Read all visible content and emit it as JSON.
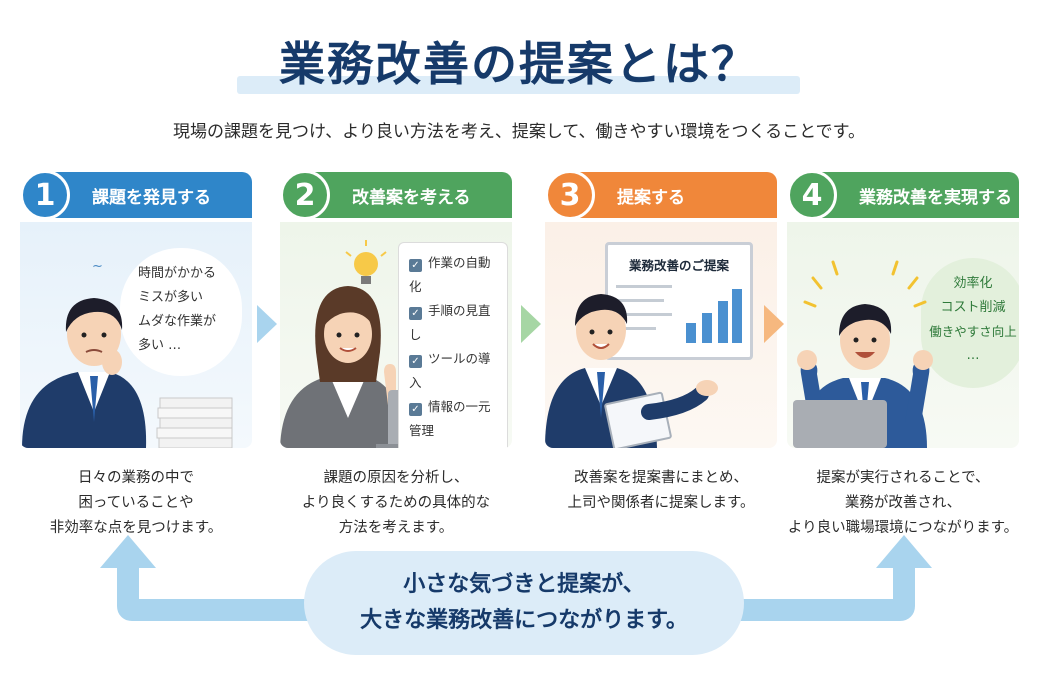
{
  "title": "業務改善の提案とは？",
  "subtitle": "現場の課題を見つけ、より良い方法を考え、提案して、働きやすい環境をつくることです。",
  "steps": [
    {
      "number": "1",
      "label": "課題を発見する",
      "bubble": [
        "時間がかかる",
        "ミスが多い",
        "ムダな作業が",
        "多い …"
      ],
      "desc": [
        "日々の業務の中で",
        "困っていることや",
        "非効率な点を見つけます。"
      ]
    },
    {
      "number": "2",
      "label": "改善案を考える",
      "checklist": [
        "作業の自動化",
        "手順の見直し",
        "ツールの導入",
        "情報の一元管理",
        "…"
      ],
      "desc": [
        "課題の原因を分析し、",
        "より良くするための具体的な",
        "方法を考えます。"
      ]
    },
    {
      "number": "3",
      "label": "提案する",
      "board_title": "業務改善のご提案",
      "desc": [
        "改善案を提案書にまとめ、",
        "上司や関係者に提案します。"
      ]
    },
    {
      "number": "4",
      "label": "業務改善を実現する",
      "bubble": [
        "効率化",
        "コスト削減",
        "働きやすさ向上",
        "…"
      ],
      "desc": [
        "提案が実行されることで、",
        "業務が改善され、",
        "より良い職場環境につながります。"
      ]
    }
  ],
  "bottom_message": [
    "小さな気づきと提案が、",
    "大きな業務改善につながります。"
  ],
  "colors": {
    "navy": "#163a6a",
    "step1": "#2f86c9",
    "step2": "#4fa45e",
    "step3": "#f0873a",
    "step4": "#4fa45e",
    "light_blue": "#dcecf8",
    "cycle_arrow": "#a9d4ee"
  }
}
